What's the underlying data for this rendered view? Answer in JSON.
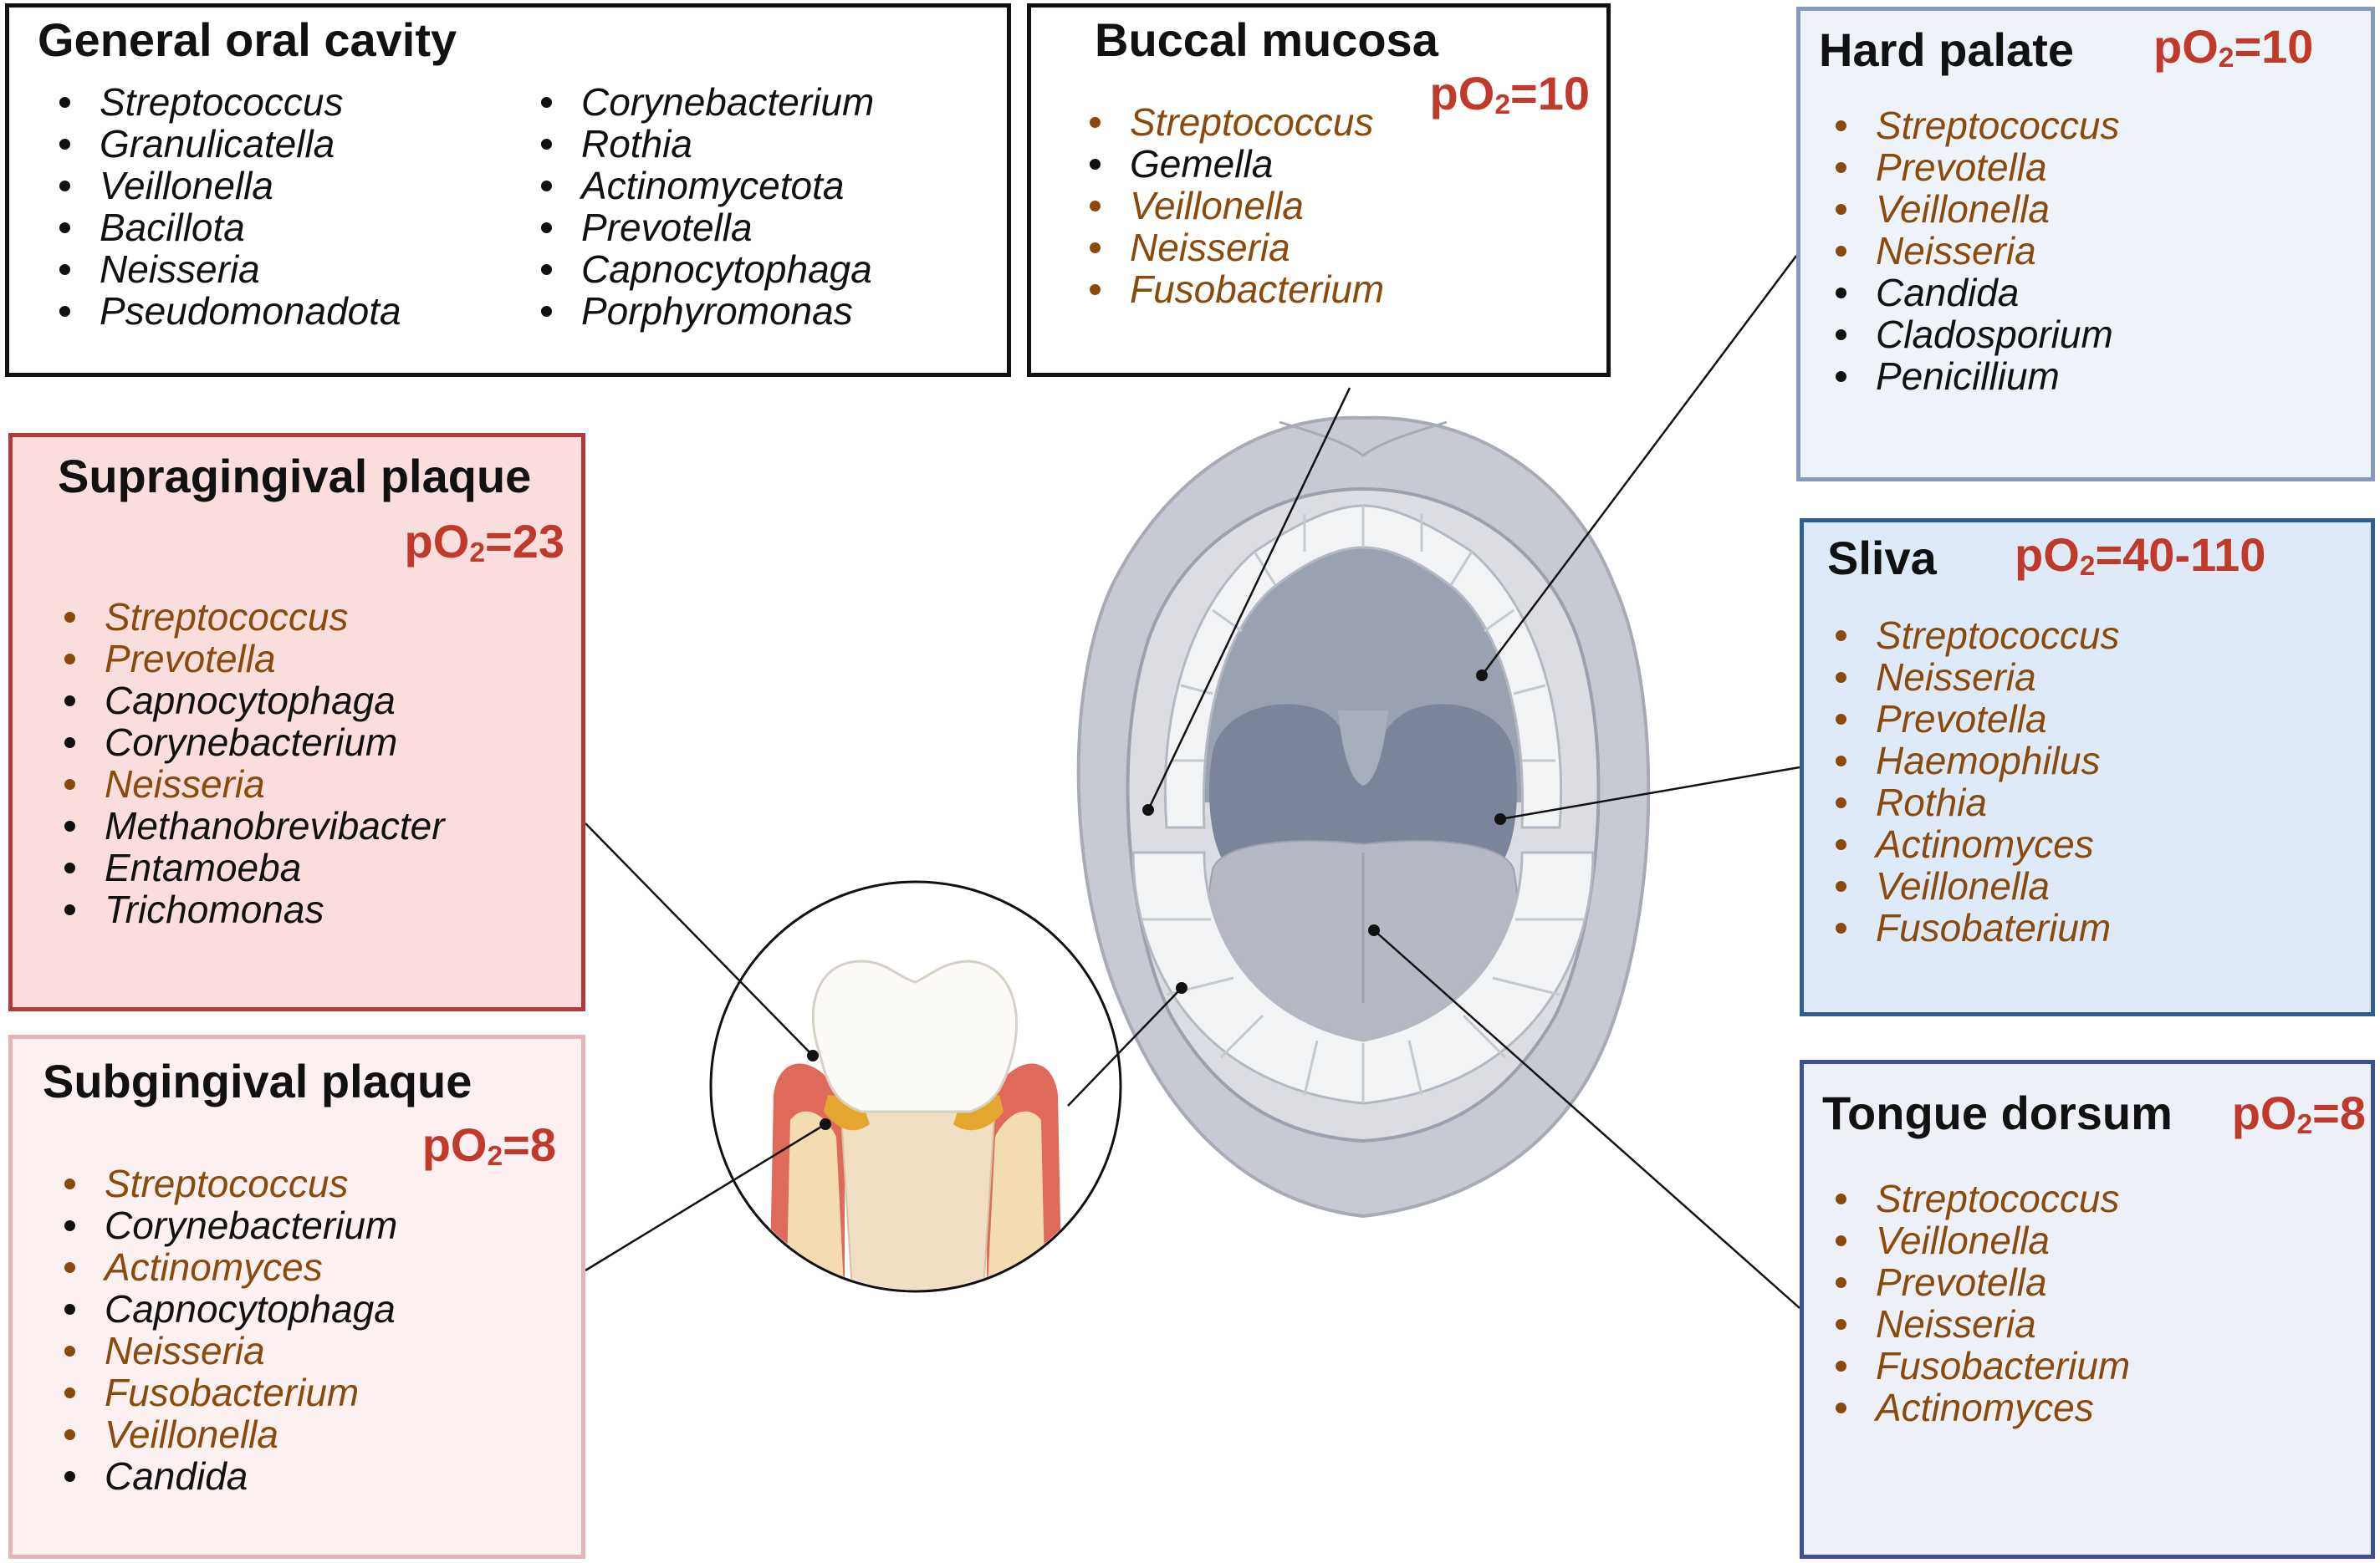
{
  "colors": {
    "brown_text": "#8a4a0c",
    "black_text": "#111111",
    "po2_red": "#c0392b",
    "supragingival_fill": "#f9dedd",
    "supragingival_border": "#b23a3a",
    "subgingival_fill": "#fcf0f0",
    "subgingival_border": "#e6b3b8",
    "hard_palate_fill": "#eef2f9",
    "hard_palate_border": "#8799bf",
    "sliva_fill": "#deeaf7",
    "sliva_border": "#2f5f8f",
    "tongue_fill": "#eef0f8",
    "tongue_border": "#3f4f95"
  },
  "general": {
    "title": "General oral cavity",
    "col1": [
      "Streptococcus",
      "Granulicatella",
      "Veillonella",
      "Bacillota",
      "Neisseria",
      "Pseudomonadota"
    ],
    "col2": [
      "Corynebacterium",
      "Rothia",
      "Actinomycetota",
      "Prevotella",
      "Capnocytophaga",
      "Porphyromonas"
    ]
  },
  "buccal": {
    "title": "Buccal mucosa",
    "po2_prefix": "pO",
    "po2_sub": "2",
    "po2_value": "=10",
    "items": [
      {
        "name": "Streptococcus",
        "tone": "brown"
      },
      {
        "name": "Gemella",
        "tone": "black"
      },
      {
        "name": "Veillonella",
        "tone": "brown"
      },
      {
        "name": "Neisseria",
        "tone": "brown"
      },
      {
        "name": "Fusobacterium",
        "tone": "brown"
      }
    ]
  },
  "hard_palate": {
    "title": "Hard palate",
    "po2_prefix": "pO",
    "po2_sub": "2",
    "po2_value": "=10",
    "items": [
      {
        "name": "Streptococcus",
        "tone": "brown"
      },
      {
        "name": "Prevotella",
        "tone": "brown"
      },
      {
        "name": "Veillonella",
        "tone": "brown"
      },
      {
        "name": "Neisseria",
        "tone": "brown"
      },
      {
        "name": "Candida",
        "tone": "black"
      },
      {
        "name": "Cladosporium",
        "tone": "black"
      },
      {
        "name": "Penicillium",
        "tone": "black"
      }
    ]
  },
  "supragingival": {
    "title": "Supragingival plaque",
    "po2_prefix": "pO",
    "po2_sub": "2",
    "po2_value": "=23",
    "items": [
      {
        "name": "Streptococcus",
        "tone": "brown"
      },
      {
        "name": "Prevotella",
        "tone": "brown"
      },
      {
        "name": "Capnocytophaga",
        "tone": "black"
      },
      {
        "name": "Corynebacterium",
        "tone": "black"
      },
      {
        "name": "Neisseria",
        "tone": "brown"
      },
      {
        "name": "Methanobrevibacter",
        "tone": "black"
      },
      {
        "name": "Entamoeba",
        "tone": "black"
      },
      {
        "name": "Trichomonas",
        "tone": "black"
      }
    ]
  },
  "subgingival": {
    "title": "Subgingival plaque",
    "po2_prefix": "pO",
    "po2_sub": "2",
    "po2_value": "=8",
    "items": [
      {
        "name": "Streptococcus",
        "tone": "brown"
      },
      {
        "name": "Corynebacterium",
        "tone": "black"
      },
      {
        "name": "Actinomyces",
        "tone": "brown"
      },
      {
        "name": "Capnocytophaga",
        "tone": "black"
      },
      {
        "name": "Neisseria",
        "tone": "brown"
      },
      {
        "name": "Fusobacterium",
        "tone": "brown"
      },
      {
        "name": "Veillonella",
        "tone": "brown"
      },
      {
        "name": "Candida",
        "tone": "black"
      }
    ]
  },
  "sliva": {
    "title": "Sliva",
    "po2_prefix": "pO",
    "po2_sub": "2",
    "po2_value": "=40-110",
    "items": [
      {
        "name": "Streptococcus",
        "tone": "brown"
      },
      {
        "name": "Neisseria",
        "tone": "brown"
      },
      {
        "name": "Prevotella",
        "tone": "brown"
      },
      {
        "name": "Haemophilus",
        "tone": "brown"
      },
      {
        "name": "Rothia",
        "tone": "brown"
      },
      {
        "name": "Actinomyces",
        "tone": "brown"
      },
      {
        "name": "Veillonella",
        "tone": "brown"
      },
      {
        "name": "Fusobaterium",
        "tone": "brown"
      }
    ]
  },
  "tongue": {
    "title": "Tongue dorsum",
    "po2_prefix": "pO",
    "po2_sub": "2",
    "po2_value": "=8",
    "items": [
      {
        "name": "Streptococcus",
        "tone": "brown"
      },
      {
        "name": "Veillonella",
        "tone": "brown"
      },
      {
        "name": "Prevotella",
        "tone": "brown"
      },
      {
        "name": "Neisseria",
        "tone": "brown"
      },
      {
        "name": "Fusobacterium",
        "tone": "brown"
      },
      {
        "name": "Actinomyces",
        "tone": "brown"
      }
    ]
  }
}
